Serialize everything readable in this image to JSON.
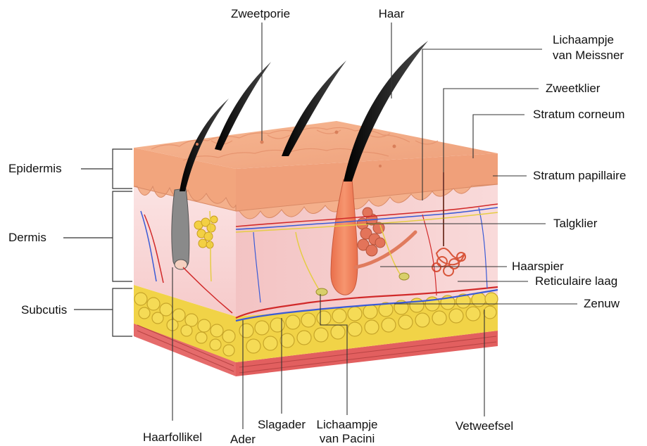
{
  "diagram": {
    "subject": "skin-cross-section",
    "colors": {
      "epidermis": "#f1a27c",
      "epidermis_dark": "#d97f5a",
      "dermis": "#f9d6d6",
      "dermis_side": "#f4c4c4",
      "fat": "#f3d84a",
      "fat_dark": "#c9a92a",
      "muscle": "#e86a6a",
      "hair": "#1b1b1b",
      "vein": "#3b5bd6",
      "artery": "#d12a2a",
      "nerve": "#e7d24a",
      "leader": "#333333"
    },
    "labels": {
      "zweetporie": "Zweetporie",
      "haar": "Haar",
      "meissner_line1": "Lichaampje",
      "meissner_line2": "van Meissner",
      "zweetklier": "Zweetklier",
      "stratum_corneum": "Stratum corneum",
      "stratum_papillaire": "Stratum papillaire",
      "talgklier": "Talgklier",
      "haarspier": "Haarspier",
      "reticulaire_laag": "Reticulaire laag",
      "zenuw": "Zenuw",
      "epidermis": "Epidermis",
      "dermis": "Dermis",
      "subcutis": "Subcutis",
      "haarfollikel": "Haarfollikel",
      "ader": "Ader",
      "slagader": "Slagader",
      "pacini_line1": "Lichaampje",
      "pacini_line2": "van Pacini",
      "vetweefsel": "Vetweefsel"
    }
  }
}
